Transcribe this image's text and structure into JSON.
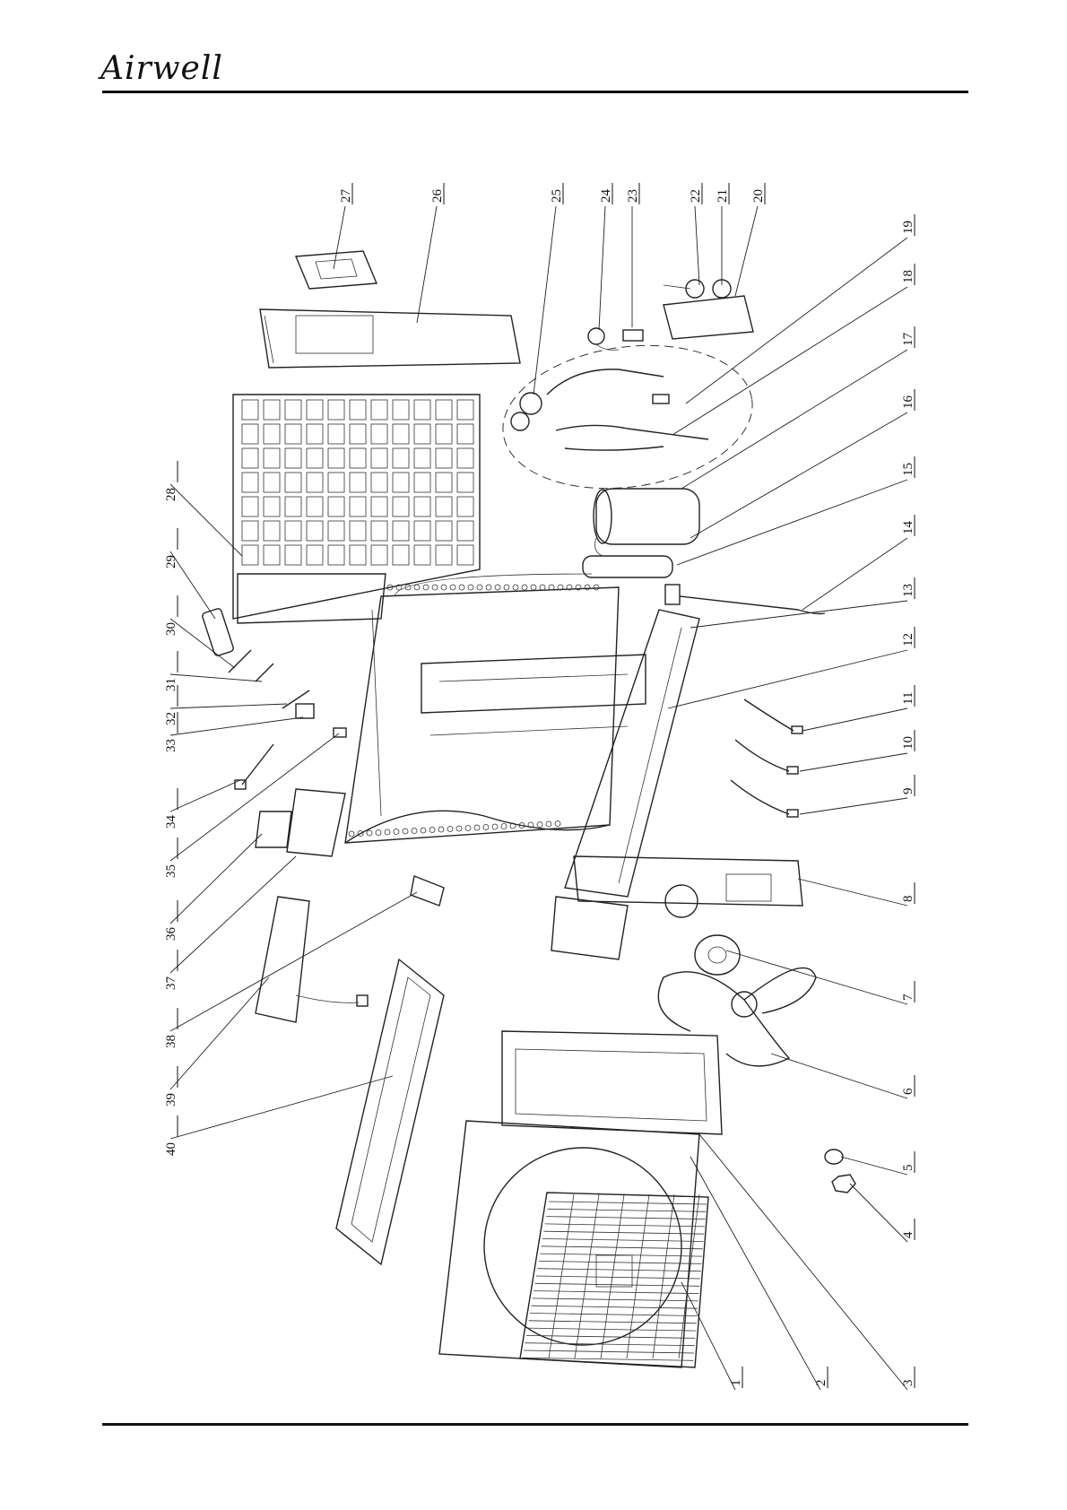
{
  "header": {
    "brand": "Airwell"
  },
  "callouts": {
    "left": [
      "28",
      "29",
      "30",
      "31",
      "32",
      "33",
      "34",
      "35",
      "36",
      "37",
      "38",
      "39",
      "40"
    ],
    "top": [
      "27",
      "26",
      "25",
      "24",
      "23",
      "22",
      "21",
      "20"
    ],
    "right": [
      "19",
      "18",
      "17",
      "16",
      "15",
      "14",
      "13",
      "12",
      "11",
      "10",
      "9",
      "8",
      "7",
      "6",
      "5",
      "4",
      "3",
      "2",
      "1"
    ]
  }
}
